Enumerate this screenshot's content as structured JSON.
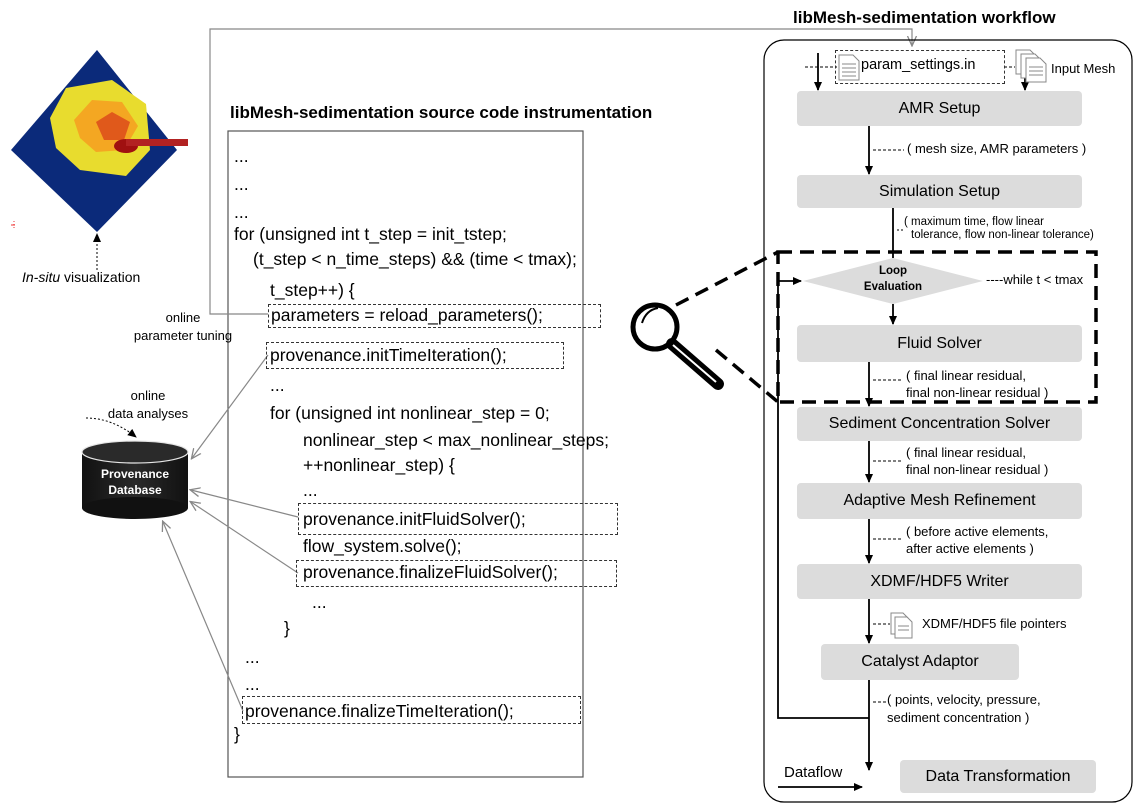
{
  "titles": {
    "workflow": "libMesh-sedimentation workflow",
    "source": "libMesh-sedimentation source code instrumentation"
  },
  "left": {
    "insitu_italic": "In-situ",
    "insitu_rest": " visualization",
    "tuning_1": "online",
    "tuning_2": "parameter tuning",
    "analyses_1": "online",
    "analyses_2": "data analyses",
    "db_1": "Provenance",
    "db_2": "Database"
  },
  "code": {
    "l1": "...",
    "l2": "...",
    "l3": "...",
    "l4": "for (unsigned int t_step = init_tstep;",
    "l5": "(t_step < n_time_steps)  && (time < tmax);",
    "l6": "t_step++) {",
    "l7": "parameters = reload_parameters();",
    "l8": "provenance.initTimeIteration();",
    "l9": "...",
    "l10": "for (unsigned int nonlinear_step = 0;",
    "l11": "nonlinear_step < max_nonlinear_steps;",
    "l12": "++nonlinear_step) {",
    "l13": "...",
    "l14": "provenance.initFluidSolver();",
    "l15": "flow_system.solve();",
    "l16": "provenance.finalizeFluidSolver();",
    "l17": "...",
    "l18": "}",
    "l19": "...",
    "l20": "...",
    "l21": "provenance.finalizeTimeIteration();",
    "l22": "}"
  },
  "workflow": {
    "param_file": "param_settings.in",
    "input_mesh": "Input Mesh",
    "amr_setup": "AMR Setup",
    "ann_amr": "( mesh size, AMR parameters )",
    "sim_setup": "Simulation Setup",
    "ann_sim_1": "( maximum time, flow linear",
    "ann_sim_2": "tolerance, flow non-linear tolerance)",
    "loop_1": "Loop",
    "loop_2": "Evaluation",
    "while": "----while  t < tmax",
    "fluid": "Fluid Solver",
    "ann_fluid_1": "( final linear residual,",
    "ann_fluid_2": "final non-linear residual )",
    "sediment": "Sediment Concentration Solver",
    "ann_sed_1": "( final linear residual,",
    "ann_sed_2": "final non-linear residual )",
    "amr": "Adaptive Mesh Refinement",
    "ann_amr2_1": "( before active elements,",
    "ann_amr2_2": "after active elements )",
    "xdmf": "XDMF/HDF5 Writer",
    "ann_xdmf": "XDMF/HDF5 file pointers",
    "catalyst": "Catalyst Adaptor",
    "ann_cat_1": "( points, velocity, pressure,",
    "ann_cat_2": "sediment concentration )",
    "legend_dataflow": "Dataflow",
    "legend_transform": "Data Transformation"
  }
}
